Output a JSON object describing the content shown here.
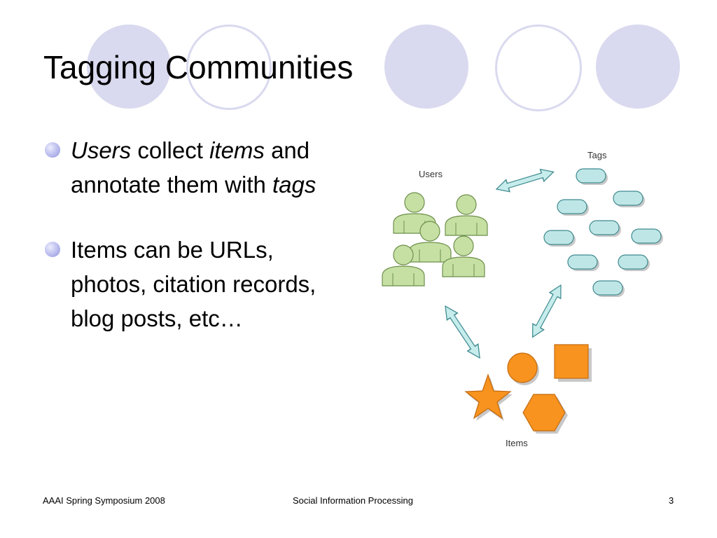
{
  "slide": {
    "title": "Tagging Communities",
    "bullets": [
      {
        "parts": [
          {
            "text": "Users",
            "italic": true
          },
          {
            "text": " collect ",
            "italic": false
          },
          {
            "text": "items",
            "italic": true
          },
          {
            "text": " and annotate them with ",
            "italic": false
          },
          {
            "text": "tags",
            "italic": true
          }
        ]
      },
      {
        "parts": [
          {
            "text": "Items can be URLs, photos, citation records, blog posts, etc…",
            "italic": false
          }
        ]
      }
    ],
    "diagram": {
      "users_label": "Users",
      "tags_label": "Tags",
      "items_label": "Items"
    },
    "footer": {
      "left": "AAAI Spring Symposium 2008",
      "center": "Social Information Processing",
      "page_number": "3"
    }
  },
  "colors": {
    "deco": "#d9d9ef",
    "user_fill": "#c6e0a4",
    "user_stroke": "#6e8f4a",
    "tag_fill": "#bfe6e6",
    "tag_stroke": "#3f8a8f",
    "item_fill": "#f7931e",
    "item_stroke": "#c46a10",
    "arrow_fill": "#c6ecec",
    "arrow_stroke": "#3f8a8f"
  }
}
